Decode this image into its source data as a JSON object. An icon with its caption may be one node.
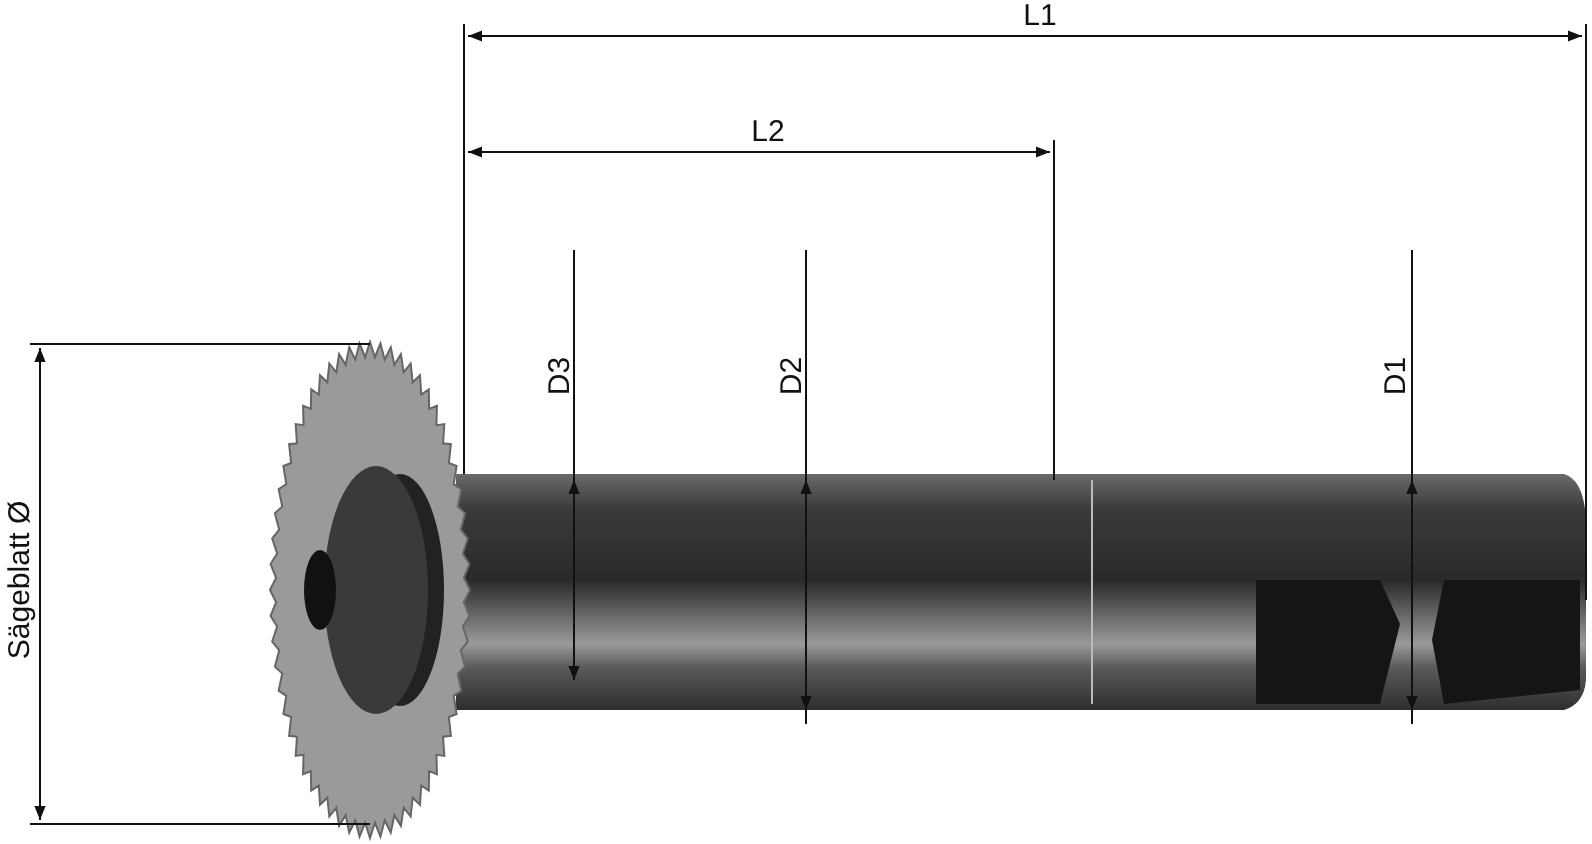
{
  "diagram": {
    "labels": [
      "L1",
      "L2",
      "D3",
      "D2",
      "D1",
      "Sägeblatt Ø"
    ]
  }
}
